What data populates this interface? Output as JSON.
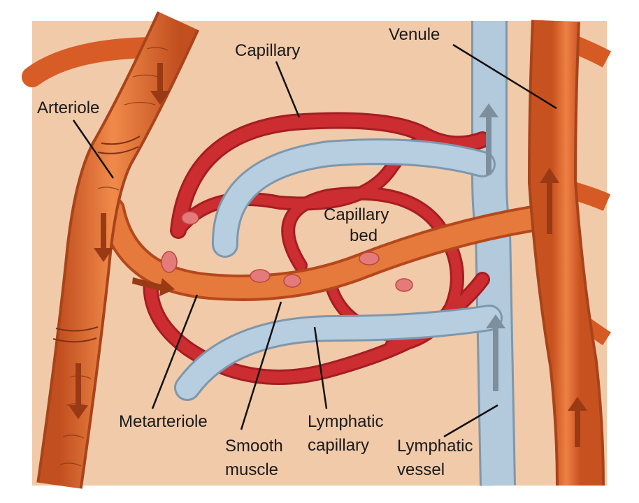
{
  "labels": {
    "capillary": "Capillary",
    "venule": "Venule",
    "arteriole": "Arteriole",
    "capillary_bed_line1": "Capillary",
    "capillary_bed_line2": "bed",
    "metarteriole": "Metarteriole",
    "smooth_muscle_line1": "Smooth",
    "smooth_muscle_line2": "muscle",
    "lymphatic_capillary_line1": "Lymphatic",
    "lymphatic_capillary_line2": "capillary",
    "lymphatic_vessel_line1": "Lymphatic",
    "lymphatic_vessel_line2": "vessel"
  },
  "colors": {
    "tissue": "#f0c9a8",
    "artery": "#e0692e",
    "artery_dark": "#b8461c",
    "capillary": "#c9272e",
    "lymph": "#a9c2d8",
    "lymph_edge": "#7d97ad",
    "muscle": "#e67a7a"
  }
}
